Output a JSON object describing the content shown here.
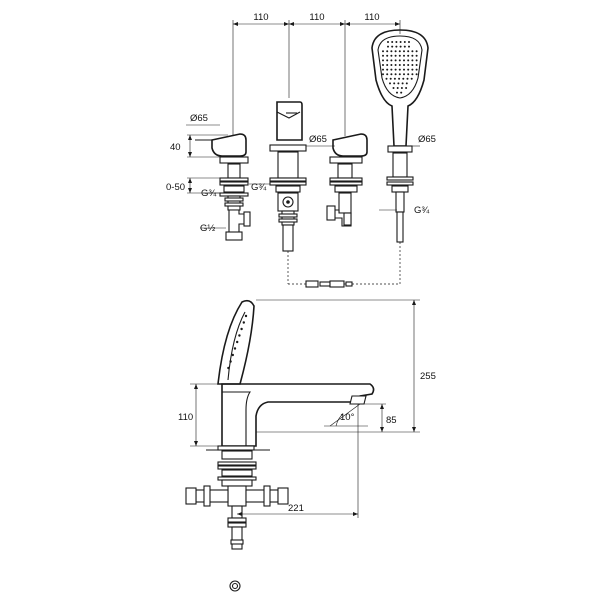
{
  "colors": {
    "line": "#1a1a1a",
    "background": "#ffffff"
  },
  "top_view": {
    "spacing_1": "110",
    "spacing_2": "110",
    "spacing_3": "110",
    "dia_handle_left": "Ø65",
    "dia_spout": "Ø65",
    "dia_handshower": "Ø65",
    "height_handle": "40",
    "deck_thickness": "0-50",
    "thread_left": "G¾",
    "thread_spout": "G¾",
    "thread_inlet": "G½",
    "thread_handshower": "G¾"
  },
  "side_view": {
    "overall_height": "255",
    "spout_height": "110",
    "outlet_height": "85",
    "outlet_angle": "10°",
    "reach": "221"
  }
}
